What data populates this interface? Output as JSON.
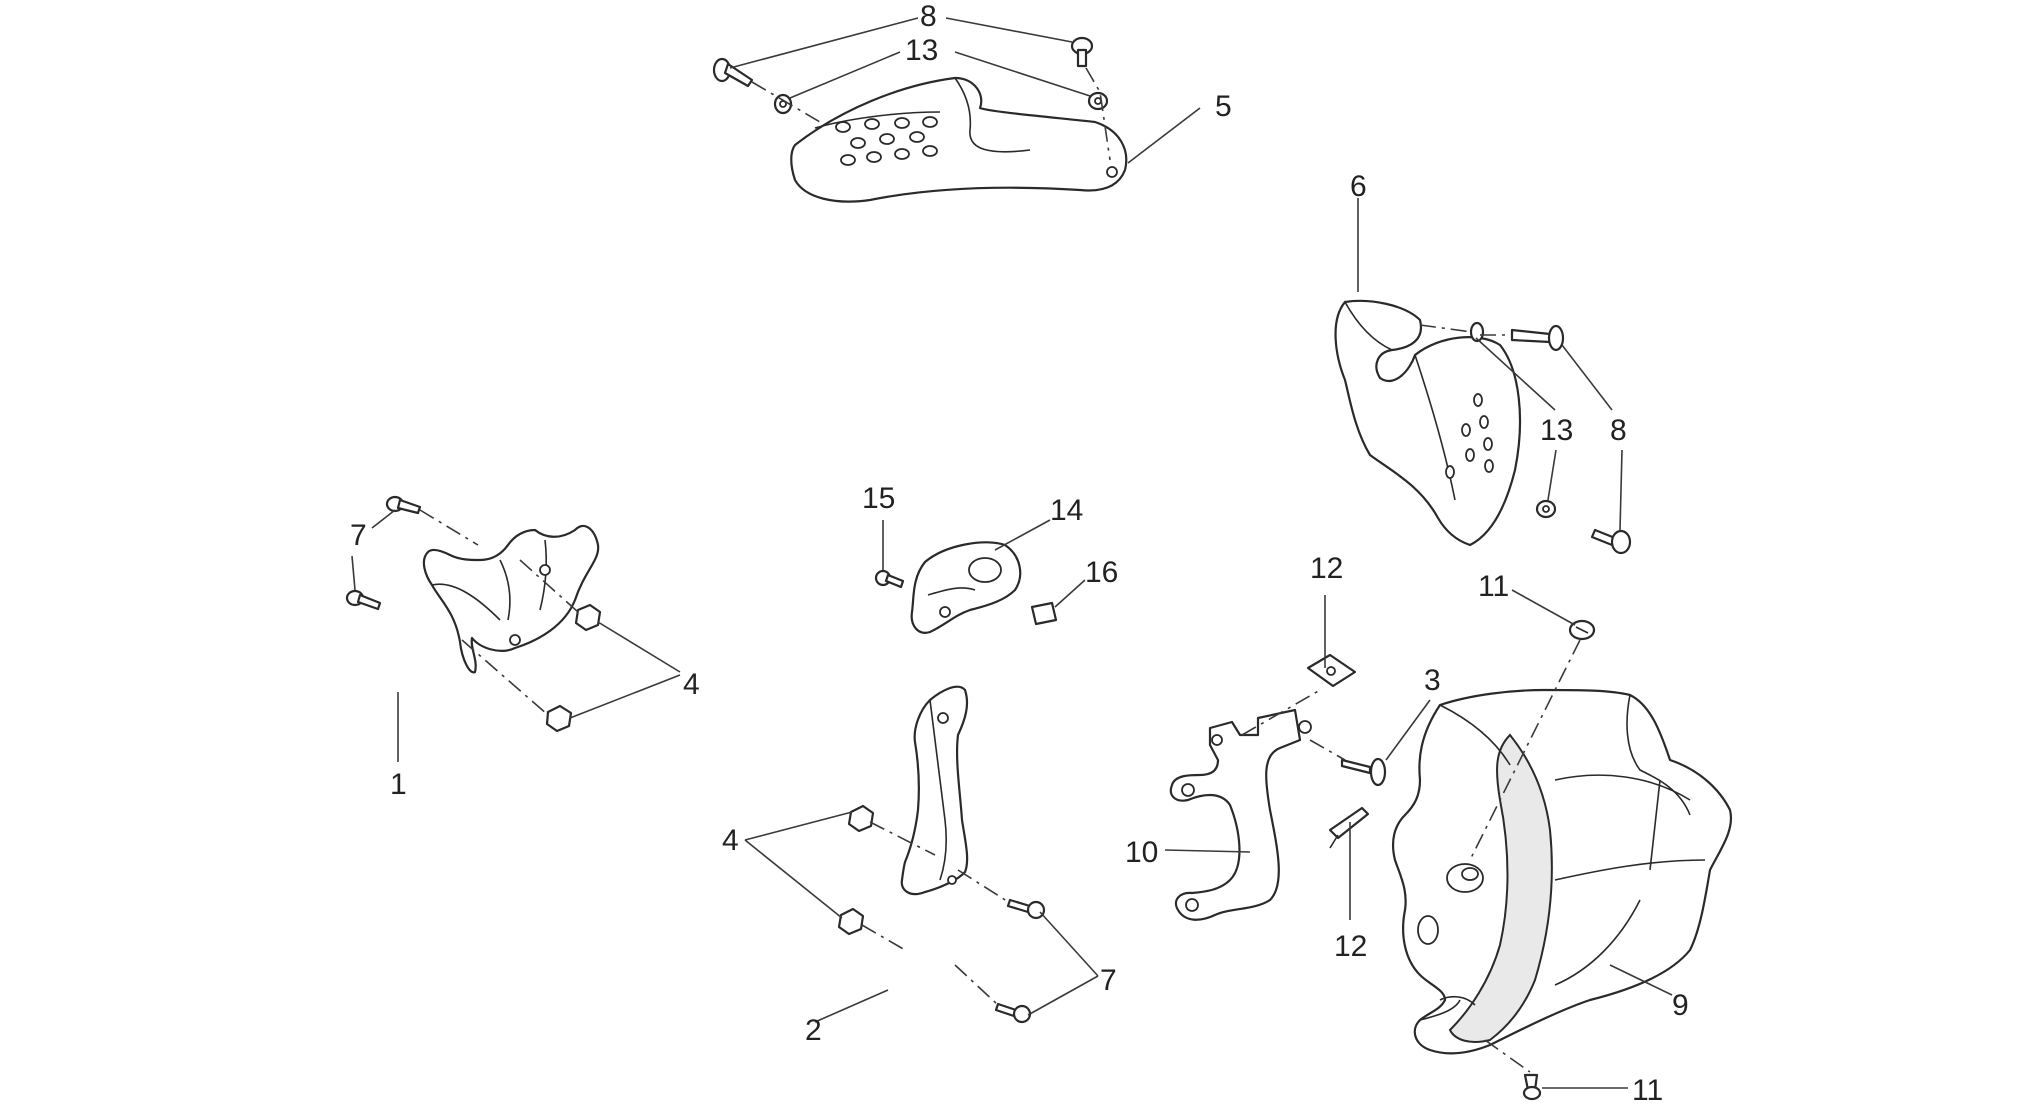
{
  "callouts": {
    "c8_top": "8",
    "c13_top": "13",
    "c5": "5",
    "c6": "6",
    "c13_right": "13",
    "c8_right": "8",
    "c15": "15",
    "c14": "14",
    "c16": "16",
    "c7_left": "7",
    "c4_left": "4",
    "c1": "1",
    "c12_top": "12",
    "c11_top": "11",
    "c3": "3",
    "c10": "10",
    "c12_bottom": "12",
    "c4_bottom": "4",
    "c7_bottom": "7",
    "c2": "2",
    "c9": "9",
    "c11_bottom": "11"
  }
}
